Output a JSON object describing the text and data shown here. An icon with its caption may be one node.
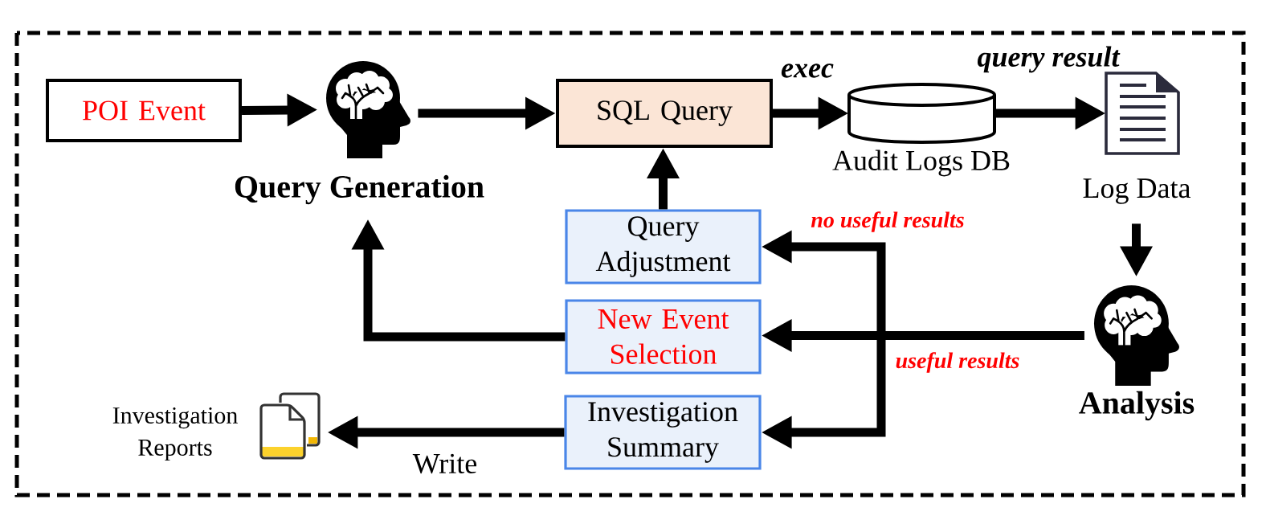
{
  "diagram": {
    "nodes": [
      {
        "text": [
          "POI Event"
        ]
      },
      {
        "text": [],
        "shape": "picture",
        "beside": [
          "Query Generation"
        ]
      },
      {
        "text": [
          "SQL Query"
        ]
      },
      {
        "text": [],
        "shape": "cylinder",
        "beside": [
          "Audit Logs DB"
        ]
      },
      {
        "text": [],
        "shape": "picture",
        "beside": [
          "Log Data"
        ]
      },
      {
        "text": [],
        "shape": "picture",
        "beside": [
          "Analysis"
        ]
      },
      {
        "text": [
          "Query Adjustment"
        ]
      },
      {
        "text": [
          "New Event Selection"
        ]
      },
      {
        "text": [
          "Investigation Summary"
        ]
      },
      {
        "text": [],
        "shape": "picture",
        "beside": [
          "Investigation Reports"
        ]
      }
    ],
    "edges": [
      {
        "from": 0,
        "to": 1,
        "arrow": "to"
      },
      {
        "from": 1,
        "to": 2,
        "arrow": "to"
      },
      {
        "from": 2,
        "to": 3,
        "arrow": "to",
        "label": "exec"
      },
      {
        "from": 3,
        "to": 4,
        "arrow": "to",
        "label": "query result"
      },
      {
        "from": 4,
        "to": 5,
        "arrow": "to"
      },
      {
        "from": 6,
        "to": 2,
        "arrow": "to"
      },
      {
        "from": 7,
        "to": 1,
        "arrow": "to"
      },
      {
        "from": 5,
        "to": 6,
        "arrow": "to",
        "label": "no useful results"
      },
      {
        "from": 5,
        "to": 7,
        "arrow": "to",
        "label": "useful results"
      },
      {
        "from": 5,
        "to": 8,
        "arrow": "to"
      },
      {
        "from": 8,
        "to": 9,
        "arrow": "to",
        "label": "Write"
      }
    ]
  }
}
